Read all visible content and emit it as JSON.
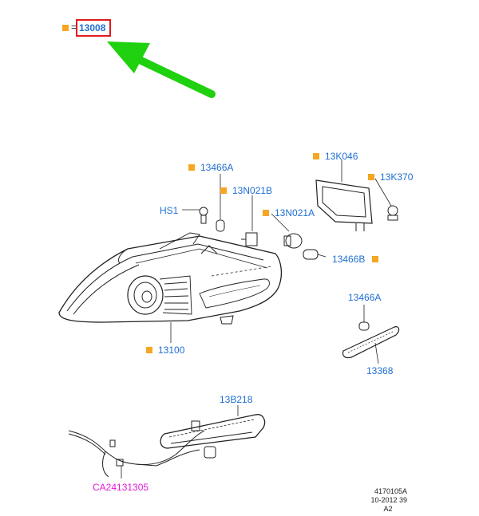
{
  "header": {
    "part_number": "13008"
  },
  "parts": [
    {
      "key": "p13466a_top",
      "text": "13466A"
    },
    {
      "key": "p13k046",
      "text": "13K046"
    },
    {
      "key": "p13k370",
      "text": "13K370"
    },
    {
      "key": "p13n021b",
      "text": "13N021B"
    },
    {
      "key": "hs1",
      "text": "HS1"
    },
    {
      "key": "p13n021a",
      "text": "13N021A"
    },
    {
      "key": "p13466b",
      "text": "13466B"
    },
    {
      "key": "p13100",
      "text": "13100"
    },
    {
      "key": "p13466a_side",
      "text": "13466A"
    },
    {
      "key": "p13368",
      "text": "13368"
    },
    {
      "key": "p13b218",
      "text": "13B218"
    },
    {
      "key": "ca24131305",
      "text": "CA24131305"
    }
  ],
  "footer": {
    "ref1": "4170105A",
    "ref2": "10-2012 39",
    "ref3": "A2"
  },
  "colors": {
    "label": "#1f6fd1",
    "highlight": "#e01b1b",
    "arrow": "#1fd10f",
    "marker": "#f5a623",
    "connector_label": "#e01ad6"
  },
  "icons": {
    "marker": "orange-square-marker-icon",
    "pointer": "green-arrow-icon"
  }
}
